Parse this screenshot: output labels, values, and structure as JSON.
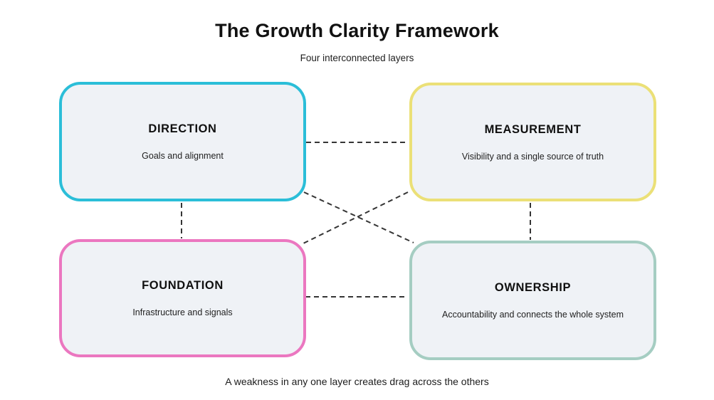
{
  "page": {
    "title": "The Growth Clarity Framework",
    "subtitle": "Four interconnected layers",
    "footer_note": "A weakness in any one layer creates drag across the others"
  },
  "layers": [
    {
      "id": "direction",
      "label": "DIRECTION",
      "description": "Goals and alignment",
      "border_color": "#2bbed8"
    },
    {
      "id": "measurement",
      "label": "MEASUREMENT",
      "description": "Visibility and a single source of truth",
      "border_color": "#ebe077"
    },
    {
      "id": "foundation",
      "label": "FOUNDATION",
      "description": "Infrastructure and signals",
      "border_color": "#eb77c0"
    },
    {
      "id": "ownership",
      "label": "OWNERSHIP",
      "description": "Accountability and connects the whole system",
      "border_color": "#a5cdc2"
    }
  ],
  "connections": [
    {
      "from": "direction",
      "to": "measurement",
      "style": "dashed"
    },
    {
      "from": "foundation",
      "to": "ownership",
      "style": "dashed"
    },
    {
      "from": "direction",
      "to": "foundation",
      "style": "dashed"
    },
    {
      "from": "measurement",
      "to": "ownership",
      "style": "dashed"
    },
    {
      "from": "direction",
      "to": "ownership",
      "style": "dashed"
    },
    {
      "from": "measurement",
      "to": "foundation",
      "style": "dashed"
    }
  ],
  "style": {
    "background": "#ffffff",
    "box_fill": "#eff2f6",
    "connector_color": "#353535"
  }
}
